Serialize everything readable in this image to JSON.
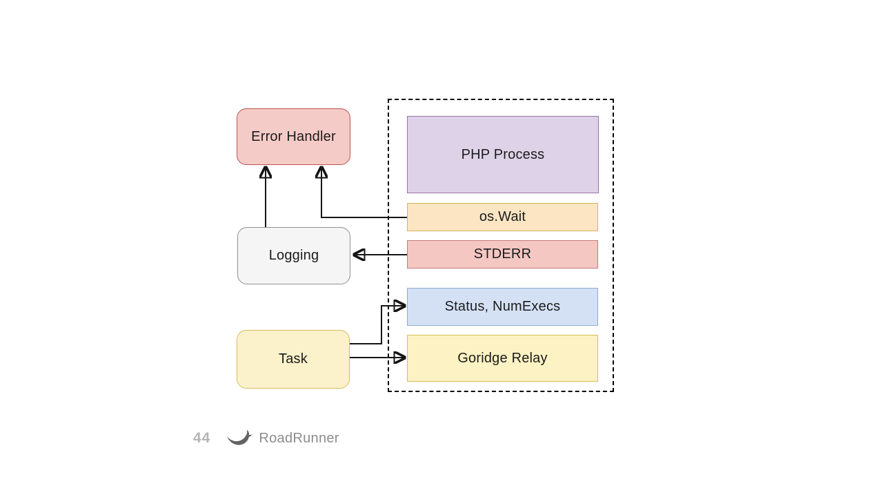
{
  "diagram": {
    "nodes": {
      "error_handler": {
        "label": "Error Handler",
        "fill": "#f5cbc8",
        "border": "#b85450",
        "shape": "rounded"
      },
      "logging": {
        "label": "Logging",
        "fill": "#f5f5f5",
        "border": "#8f8f8f",
        "shape": "rounded"
      },
      "task": {
        "label": "Task",
        "fill": "#fbf2cb",
        "border": "#d6bb5e",
        "shape": "rounded"
      },
      "php_process": {
        "label": "PHP Process",
        "fill": "#ded2e8",
        "border": "#9673a6",
        "shape": "rect"
      },
      "os_wait": {
        "label": "os.Wait",
        "fill": "#fce5c3",
        "border": "#d6b656",
        "shape": "rect"
      },
      "stderr": {
        "label": "STDERR",
        "fill": "#f4c7c3",
        "border": "#c17a75",
        "shape": "rect"
      },
      "status_numexecs": {
        "label": "Status, NumExecs",
        "fill": "#d4e1f5",
        "border": "#8fa8ce",
        "shape": "rect"
      },
      "goridge_relay": {
        "label": "Goridge Relay",
        "fill": "#fcf2c3",
        "border": "#d6bb5e",
        "shape": "rect"
      }
    },
    "boundary": {
      "style": "dashed",
      "color": "#000000"
    },
    "edges": [
      {
        "from": "logging",
        "to": "error_handler"
      },
      {
        "from": "os_wait",
        "to": "error_handler"
      },
      {
        "from": "stderr",
        "to": "logging"
      },
      {
        "from": "task",
        "to": "status_numexecs"
      },
      {
        "from": "task",
        "to": "goridge_relay"
      }
    ],
    "edge_color": "#141414"
  },
  "footer": {
    "page_number": "44",
    "page_number_color": "#b5b5b5",
    "brand": "RoadRunner",
    "brand_color": "#8c8c8c",
    "logo_icon": "roadrunner-bird-icon",
    "logo_color": "#636363"
  }
}
